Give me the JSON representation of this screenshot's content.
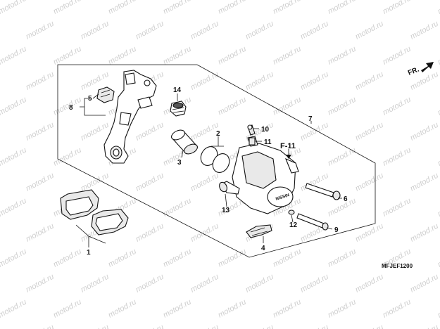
{
  "watermark": "motod.ru",
  "direction_marker": "FR.",
  "section_ref": "F-11",
  "diagram_code": "MFJEF1200",
  "brand_mark": "NISSIN",
  "callouts": {
    "c1": "1",
    "c2": "2",
    "c3": "3",
    "c4": "4",
    "c5": "5",
    "c6": "6",
    "c7": "7",
    "c8": "8",
    "c9": "9",
    "c10": "10",
    "c11": "11",
    "c12": "12",
    "c13": "13",
    "c14": "14"
  }
}
